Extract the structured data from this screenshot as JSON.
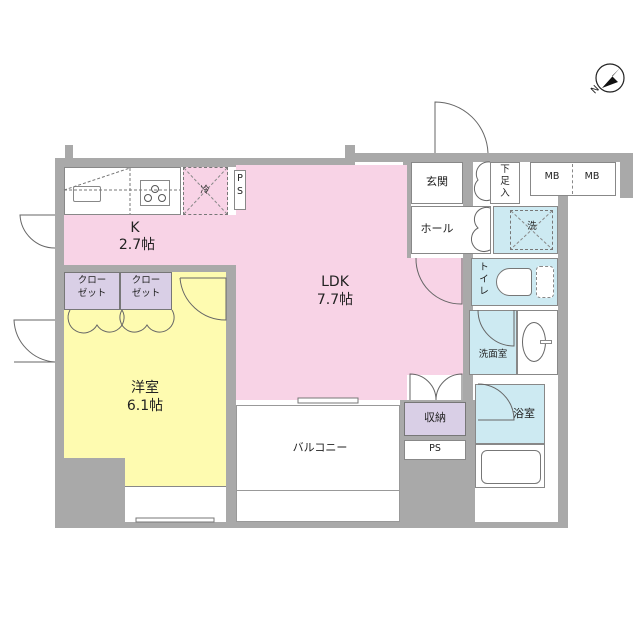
{
  "plan": {
    "compass": {
      "label": "N",
      "icon": "north-arrow-icon"
    },
    "rooms": {
      "kitchen": {
        "name": "K",
        "size": "2.7帖"
      },
      "ldk": {
        "name": "LDK",
        "size": "7.7帖"
      },
      "western": {
        "name": "洋室",
        "size": "6.1帖"
      },
      "closet1": {
        "line1": "クロー",
        "line2": "ゼット"
      },
      "closet2": {
        "line1": "クロー",
        "line2": "ゼット"
      },
      "entrance": {
        "name": "玄関"
      },
      "shoebox": {
        "name": "下足入"
      },
      "hall": {
        "name": "ホール"
      },
      "washer": {
        "name": "洗"
      },
      "toilet": {
        "name": "トイレ"
      },
      "washroom": {
        "name": "洗面室"
      },
      "bathroom": {
        "name": "浴室"
      },
      "storage": {
        "name": "収納"
      },
      "ps_bottom": {
        "name": "PS"
      },
      "ps_top": {
        "name": "PS"
      },
      "fridge": {
        "name": "冷"
      },
      "balcony": {
        "name": "バルコニー"
      },
      "mb1": {
        "name": "MB"
      },
      "mb2": {
        "name": "MB"
      }
    }
  }
}
